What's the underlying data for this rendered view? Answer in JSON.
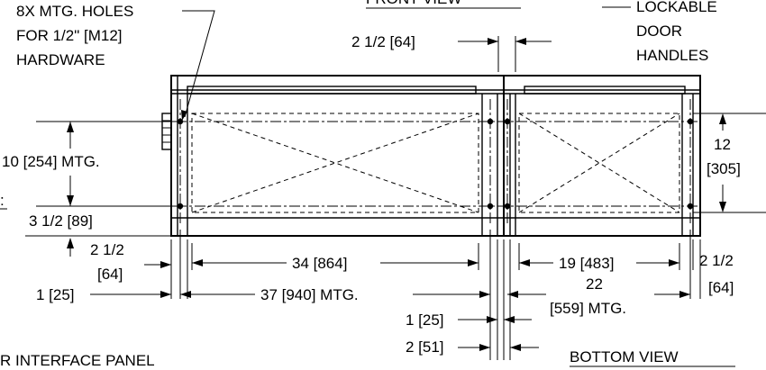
{
  "header": {
    "front_view": "FRONT VIEW",
    "bottom_view": "BOTTOM VIEW"
  },
  "callouts": {
    "mtg_holes_line1": "8X MTG. HOLES",
    "mtg_holes_line2": "FOR 1/2\" [M12]",
    "mtg_holes_line3": "HARDWARE",
    "door_handles_line1": "LOCKABLE",
    "door_handles_line2": "DOOR",
    "door_handles_line3": "HANDLES",
    "interface_panel": "R INTERFACE PANEL",
    "colon_fragment": ":"
  },
  "dimensions": {
    "top_gap": "2 1/2 [64]",
    "left_vertical_mtg": "10 [254] MTG.",
    "left_bottom_offset": "3 1/2 [89]",
    "left_edge_line1": "2 1/2",
    "left_edge_line2": "[64]",
    "left_edge_small": "1 [25]",
    "left_inner_width": "34 [864]",
    "left_mtg_width": "37 [940] MTG.",
    "center_gap_1": "1 [25]",
    "center_gap_2": "2 [51]",
    "right_inner_width": "19 [483]",
    "right_mtg_line1": "22",
    "right_mtg_line2": "[559] MTG.",
    "right_height_line1": "12",
    "right_height_line2": "[305]",
    "right_edge_line1": "2 1/2",
    "right_edge_line2": "[64]"
  }
}
